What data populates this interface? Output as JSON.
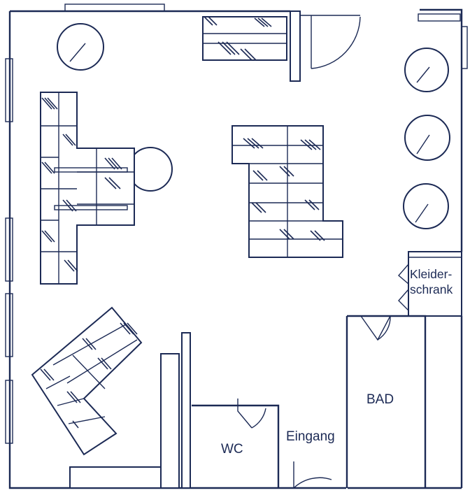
{
  "rooms": {
    "bad": "BAD",
    "wc": "WC",
    "eingang": "Eingang",
    "kleiderschrank_line1": "Kleider-",
    "kleiderschrank_line2": "schrank"
  },
  "colors": {
    "ink": "#1c2a55",
    "paper": "#ffffff"
  },
  "icons": {
    "chair": "round-chair-symbol",
    "door": "door-swing-arc",
    "desk": "hatched-desk"
  }
}
